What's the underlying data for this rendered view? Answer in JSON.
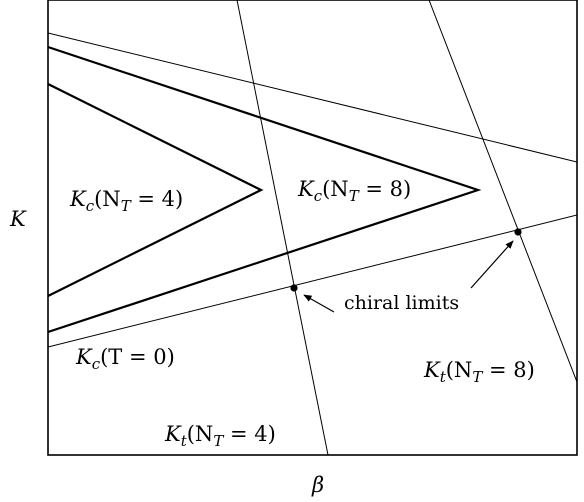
{
  "axes": {
    "x_label": "β",
    "y_label": "K"
  },
  "labels": {
    "kc_nt4": {
      "main": "K",
      "sub": "c",
      "paren": "(N",
      "sub2": "T",
      "tail": " = 4)"
    },
    "kc_nt8": {
      "main": "K",
      "sub": "c",
      "paren": "(N",
      "sub2": "T",
      "tail": " = 8)"
    },
    "kc_t0": {
      "main": "K",
      "sub": "c",
      "tail": "(T = 0)"
    },
    "kt_nt4": {
      "main": "K",
      "sub": "t",
      "paren": "(N",
      "sub2": "T",
      "tail": " = 4)"
    },
    "kt_nt8": {
      "main": "K",
      "sub": "t",
      "paren": "(N",
      "sub2": "T",
      "tail": " = 8)"
    },
    "chiral": "chiral limits"
  },
  "colors": {
    "line": "#000000",
    "background": "#ffffff"
  }
}
